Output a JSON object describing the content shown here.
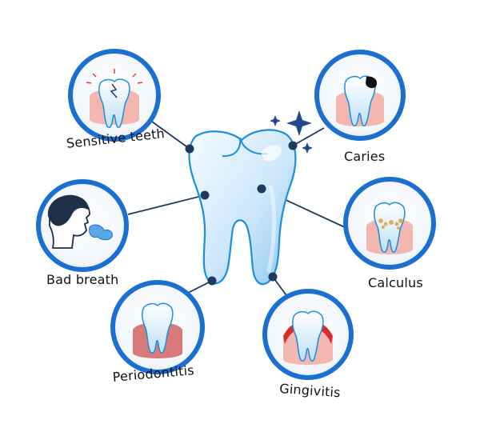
{
  "diagram": {
    "labels": {
      "sensitive": "Sensitive teeth",
      "caries": "Caries",
      "bad_breath": "Bad breath",
      "calculus": "Calculus",
      "periodontitis": "Periodontitis",
      "gingivitis": "Gingivitis"
    },
    "colors": {
      "ring": "#1a6fd0",
      "connector": "#1f3a5f",
      "tooth_outline": "#1a8fe0",
      "gum": "#f3b7b0",
      "gum_inflamed": "#d62c2c",
      "decay": "#111111",
      "tartar": "#e0b15a"
    },
    "icons": [
      "tooth-icon",
      "head-icon",
      "sparkle-icon"
    ]
  }
}
